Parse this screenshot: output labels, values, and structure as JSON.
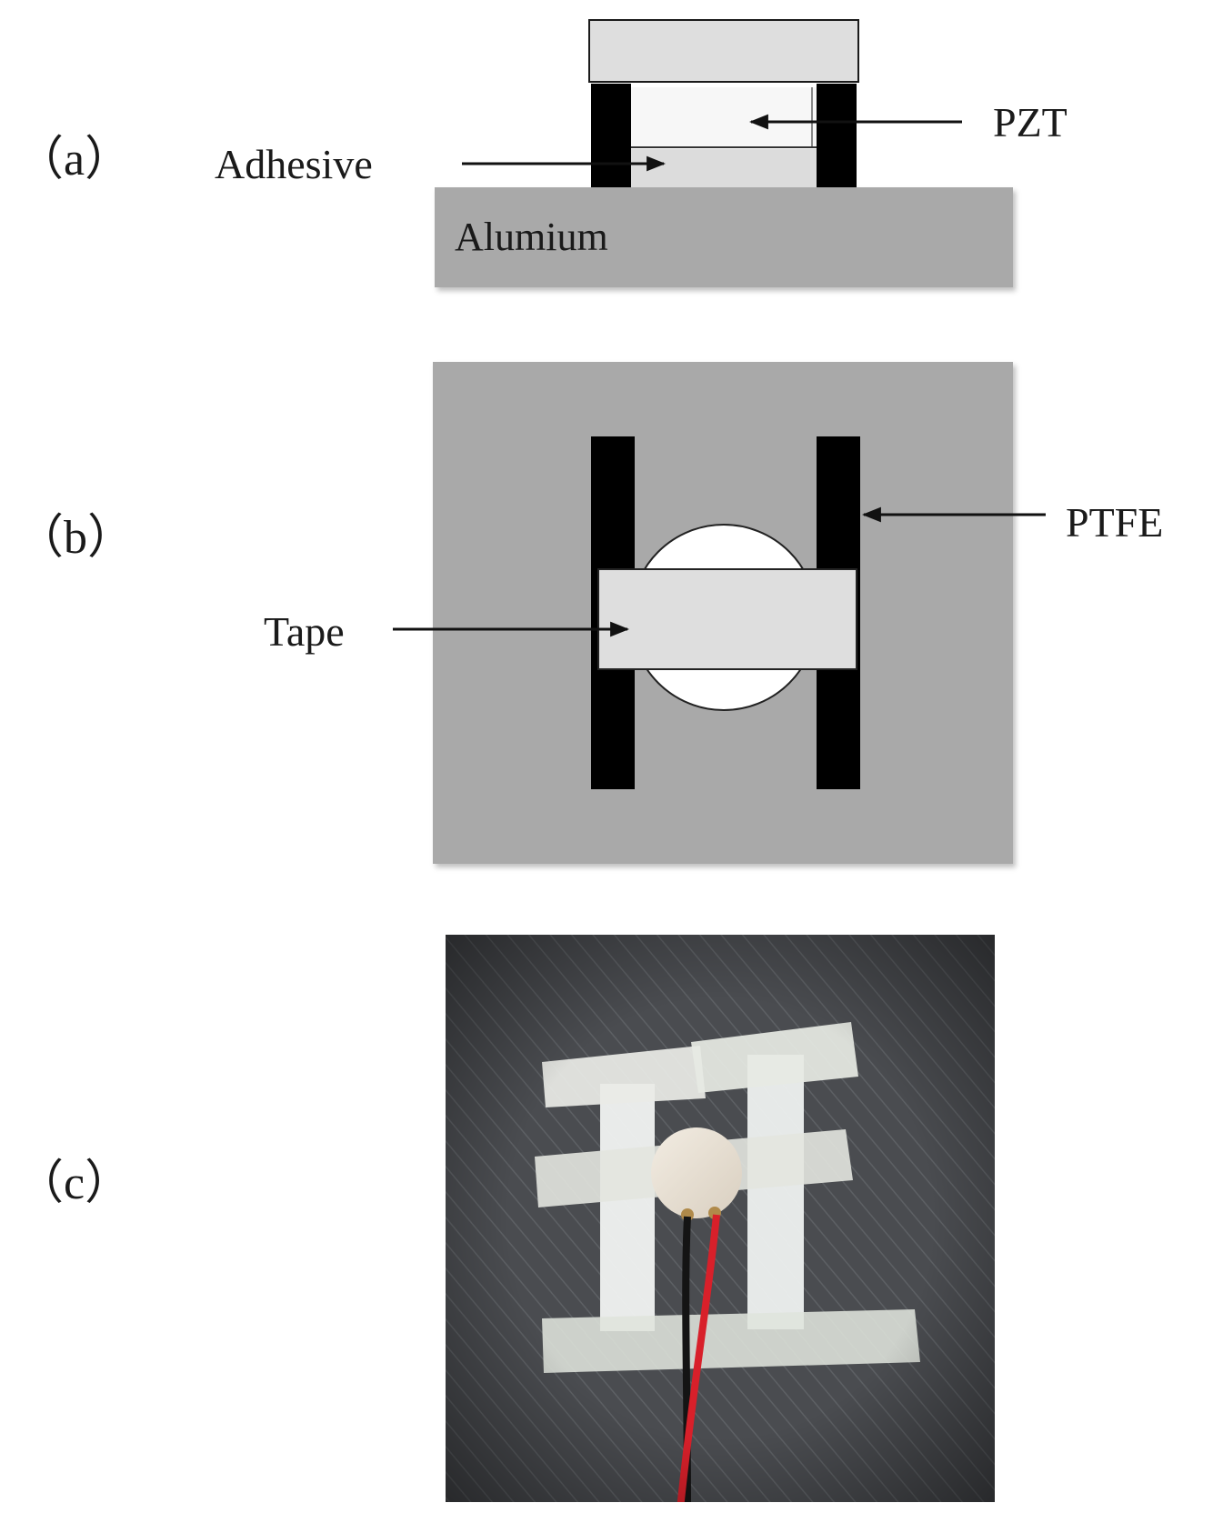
{
  "panels": {
    "a": {
      "label": "（a）",
      "labels": {
        "pzt": "PZT",
        "adhesive": "Adhesive",
        "substrate": "Alumium"
      }
    },
    "b": {
      "label": "（b）",
      "labels": {
        "ptfe": "PTFE",
        "tape": "Tape"
      }
    },
    "c": {
      "label": "（c）"
    }
  },
  "colors": {
    "substrate_gray": "#a9a9a9",
    "light_fill": "#dedede",
    "black": "#000000",
    "photo_background": "#4a4c50",
    "tape_white": "#e9ebe6",
    "ptfe_white": "#f1f3f2",
    "wire_red": "#d8202a",
    "wire_black": "#141414"
  }
}
